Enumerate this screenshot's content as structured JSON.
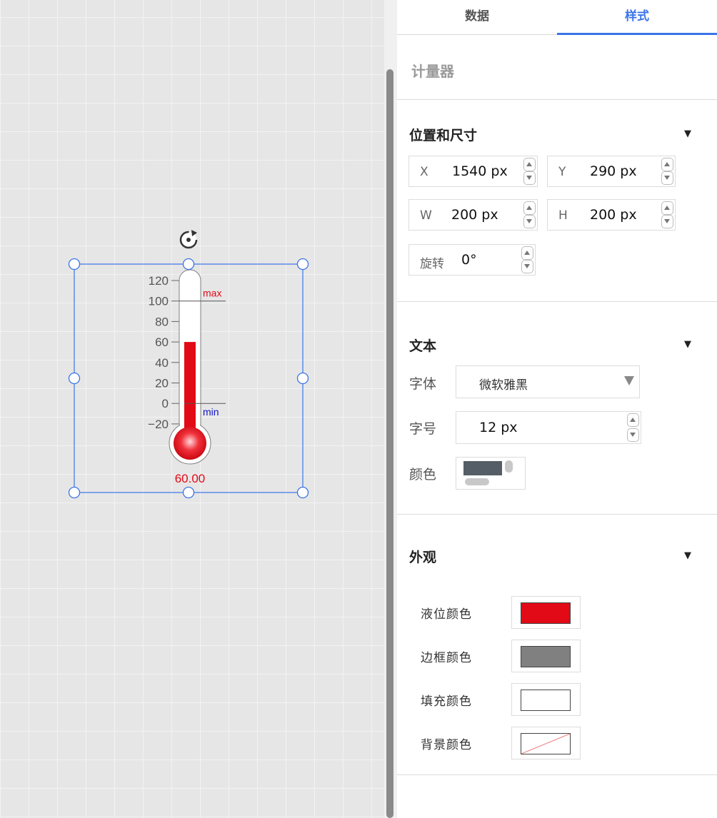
{
  "tabs": [
    {
      "label": "数据",
      "active": false
    },
    {
      "label": "样式",
      "active": true
    }
  ],
  "component_title": "计量器",
  "position_section": {
    "title": "位置和尺寸",
    "x": {
      "label": "X",
      "value": "1540 px"
    },
    "y": {
      "label": "Y",
      "value": "290 px"
    },
    "w": {
      "label": "W",
      "value": "200 px"
    },
    "h": {
      "label": "H",
      "value": "200 px"
    },
    "rotate": {
      "label": "旋转",
      "value": "0°"
    }
  },
  "text_section": {
    "title": "文本",
    "font_label": "字体",
    "font_value": "微软雅黑",
    "size_label": "字号",
    "size_value": "12 px",
    "color_label": "颜色",
    "color_value": "#555e66"
  },
  "appearance_section": {
    "title": "外观",
    "items": [
      {
        "label": "液位颜色",
        "color": "#e20a16"
      },
      {
        "label": "边框颜色",
        "color": "#808080"
      },
      {
        "label": "填充颜色",
        "color": "#ffffff"
      },
      {
        "label": "背景颜色",
        "color": "transparent"
      }
    ]
  },
  "thermometer": {
    "ticks": [
      "120",
      "100",
      "80",
      "60",
      "40",
      "20",
      "0",
      "−20"
    ],
    "max_label": "max",
    "min_label": "min",
    "value": 60,
    "value_text": "60.00",
    "range": [
      -20,
      120
    ],
    "max_mark": 100,
    "min_mark": 0,
    "liquid_color": "#e20a16",
    "border_color": "#808080",
    "fill_color": "#ffffff",
    "max_label_color": "#e20a16",
    "min_label_color": "#1414c8"
  },
  "selection_color": "#3a74e8",
  "accent_color": "#3a74e8"
}
